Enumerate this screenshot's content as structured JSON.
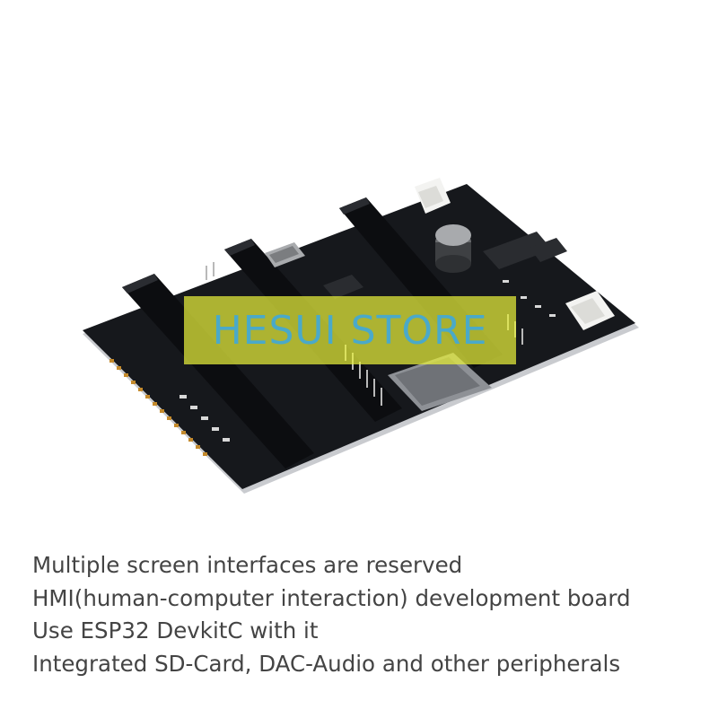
{
  "watermark": {
    "text": "HESUI STORE"
  },
  "caption": {
    "lines": [
      "Multiple screen interfaces are reserved",
      "HMI(human-computer interaction) development board",
      "Use ESP32 DevkitC with it",
      "Integrated SD-Card, DAC-Audio and other peripherals"
    ]
  },
  "colors": {
    "background": "#ffffff",
    "pcb": "#16181c",
    "watermark_fill": "#e8f03c",
    "watermark_text": "#4aa9c9",
    "caption_text": "#444444"
  }
}
